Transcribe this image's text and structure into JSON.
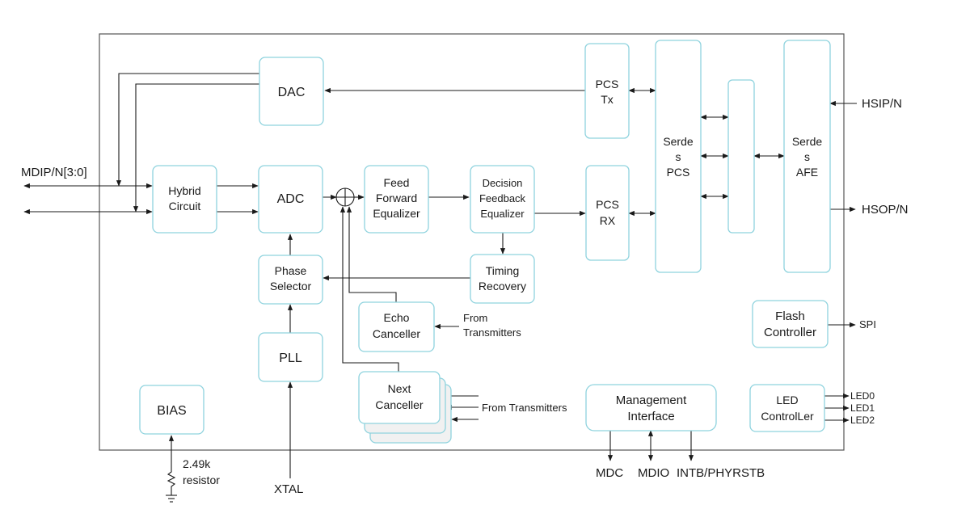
{
  "blocks": {
    "dac": "DAC",
    "adc": "ADC",
    "hybrid": [
      "Hybrid",
      "Circuit"
    ],
    "phase_selector": [
      "Phase",
      "Selector"
    ],
    "pll": "PLL",
    "bias": "BIAS",
    "ffe": [
      "Feed",
      "Forward",
      "Equalizer"
    ],
    "dfe": [
      "Decision",
      "Feedback",
      "Equalizer"
    ],
    "timing": [
      "Timing",
      "Recovery"
    ],
    "echo": [
      "Echo",
      "Canceller"
    ],
    "next": [
      "Next",
      "Canceller"
    ],
    "pcs_tx": [
      "PCS",
      "Tx"
    ],
    "pcs_rx": [
      "PCS",
      "RX"
    ],
    "serdes_pcs": [
      "Serde",
      "s",
      "PCS"
    ],
    "serdes_afe": [
      "Serde",
      "s",
      "AFE"
    ],
    "flash": [
      "Flash",
      "Controller"
    ],
    "mgmt": [
      "Management",
      "Interface"
    ],
    "led": [
      "LED",
      "ControlLer"
    ]
  },
  "signals": {
    "mdip": "MDIP/N[3:0]",
    "hsip": "HSIP/N",
    "hsop": "HSOP/N",
    "spi": "SPI",
    "led0": "LED0",
    "led1": "LED1",
    "led2": "LED2",
    "mdc": "MDC",
    "mdio": "MDIO",
    "intb": "INTB/PHYRSTB",
    "xtal": "XTAL",
    "resistor": [
      "2.49k",
      "resistor"
    ],
    "from_tx_echo": [
      "From",
      "Transmitters"
    ],
    "from_tx_next": "From Transmitters"
  },
  "colors": {
    "block_border": "#8fd3de",
    "chip_border": "#555555",
    "wire": "#1a1a1a",
    "ghost_fill": "#f1f1f1"
  }
}
